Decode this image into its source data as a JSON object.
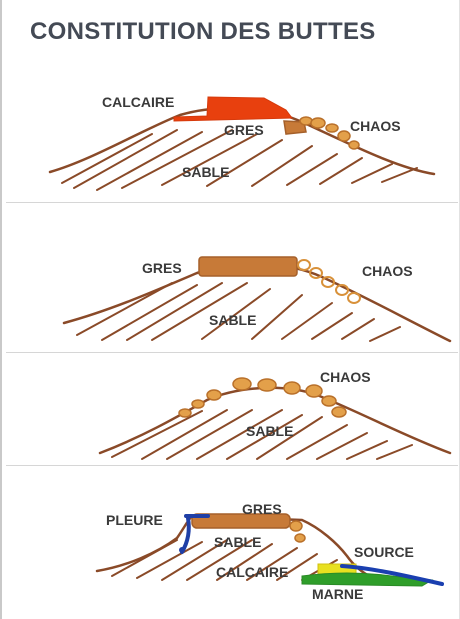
{
  "title": "CONSTITUTION DES BUTTES",
  "colors": {
    "hill": "#8a4a28",
    "calcaire": "#e8400e",
    "gres": "#c77a38",
    "chaos": "#e3a04a",
    "pleure": "#1f3fa6",
    "source_blue": "#1a3fb0",
    "source_yellow": "#e8e020",
    "marne": "#2f9e2a"
  },
  "panels": [
    {
      "labels": {
        "calcaire": "CALCAIRE",
        "gres": "GRES",
        "chaos": "CHAOS",
        "sable": "SABLE"
      }
    },
    {
      "labels": {
        "gres": "GRES",
        "chaos": "CHAOS",
        "sable": "SABLE"
      }
    },
    {
      "labels": {
        "chaos": "CHAOS",
        "sable": "SABLE"
      }
    },
    {
      "labels": {
        "pleure": "PLEURE",
        "gres": "GRES",
        "sable": "SABLE",
        "source": "SOURCE",
        "calcaire": "CALCAIRE",
        "marne": "MARNE"
      }
    }
  ]
}
